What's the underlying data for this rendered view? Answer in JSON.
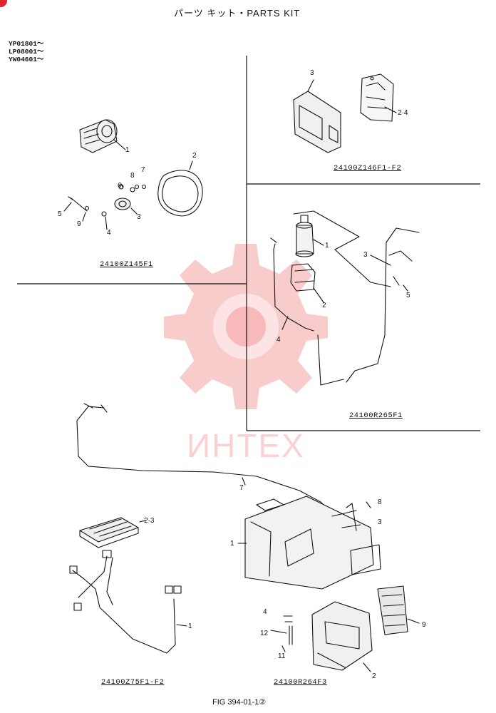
{
  "header": {
    "title": "パーツ キット・PARTS KIT",
    "serials": [
      "YP01801～",
      "LP08001～",
      "YW04601～"
    ]
  },
  "watermark": {
    "text": "ИНТЕХ",
    "color": "#e63232"
  },
  "kits": {
    "compressor": {
      "code": "24100Z145F1",
      "callouts": [
        "1",
        "2",
        "3",
        "4",
        "5",
        "6",
        "7",
        "8",
        "9"
      ]
    },
    "controller": {
      "code": "24100Z146F1-F2",
      "callouts": [
        "3",
        "2·4"
      ]
    },
    "receiver": {
      "code": "24100R265F1",
      "callouts": [
        "1",
        "2",
        "3",
        "4",
        "5"
      ]
    },
    "harness": {
      "code": "24100Z75F1-F2",
      "callouts": [
        "2·3",
        "1"
      ]
    },
    "unit": {
      "code": "24100R264F3",
      "callouts": [
        "7",
        "8",
        "3",
        "1",
        "4",
        "12",
        "11",
        "9",
        "2"
      ]
    }
  },
  "footer": {
    "figure": "FIG 394-01-1②"
  }
}
